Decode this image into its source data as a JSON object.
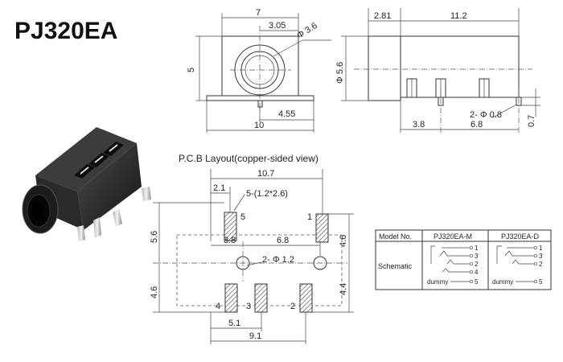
{
  "title": "PJ320EA",
  "front_view": {
    "width_top": "7",
    "hole_offset": "3.05",
    "hole_dia": "Φ 3.6",
    "height": "5",
    "pin_offset": "4.55",
    "width_bottom": "10"
  },
  "side_view": {
    "front_len": "2.81",
    "body_len": "11.2",
    "dia": "Φ 5.6",
    "pin_dia": "2- Φ 0.8",
    "pin_spacing_a": "3.8",
    "pin_spacing_b": "6.8",
    "pin_len": "0.7"
  },
  "pcb": {
    "heading": "P.C.B Layout(copper-sided view)",
    "total_width": "10.7",
    "pad_offset": "2.1",
    "pad_size": "5-(1.2*2.6)",
    "height_left_top": "5.6",
    "height_left_bottom": "4.6",
    "hole_spacing_a": "3.8",
    "hole_spacing_b": "6.8",
    "hole_dia": "2- Φ 1.2",
    "height_right_top": "4.6",
    "height_right_bottom": "4.4",
    "pad_spacing_bottom": "5.1",
    "pad_total_bottom": "9.1",
    "pad_numbers": [
      "5",
      "1",
      "4",
      "3",
      "2"
    ]
  },
  "table": {
    "header": [
      "Model No.",
      "PJ320EA-M",
      "PJ320EA-D"
    ],
    "row_label": "Schematic",
    "model_m_pins": [
      "1",
      "3",
      "2",
      "4",
      "5"
    ],
    "model_d_pins": [
      "1",
      "3",
      "2",
      "5"
    ],
    "dummy_label": "dummy"
  }
}
